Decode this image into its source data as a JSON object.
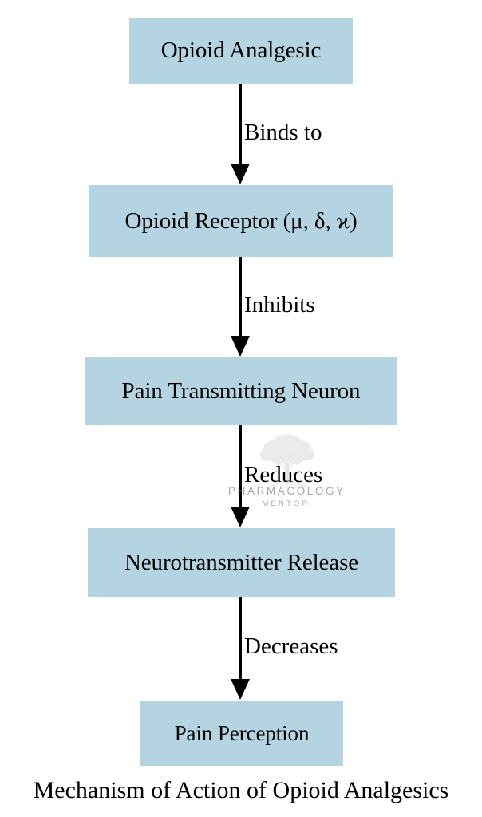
{
  "diagram": {
    "caption": "Mechanism of Action of Opioid Analgesics",
    "node_fill_color": "#b4d4e1",
    "text_color": "#000000",
    "background_color": "#ffffff",
    "nodes": [
      {
        "id": "node-1",
        "label": "Opioid Analgesic"
      },
      {
        "id": "node-2",
        "label": "Opioid Receptor (μ, δ, ϰ)"
      },
      {
        "id": "node-3",
        "label": "Pain Transmitting Neuron"
      },
      {
        "id": "node-4",
        "label": "Neurotransmitter Release"
      },
      {
        "id": "node-5",
        "label": "Pain Perception"
      }
    ],
    "connectors": [
      {
        "id": "conn-1",
        "label": "Binds to",
        "from": "node-1",
        "to": "node-2"
      },
      {
        "id": "conn-2",
        "label": "Inhibits",
        "from": "node-2",
        "to": "node-3"
      },
      {
        "id": "conn-3",
        "label": "Reduces",
        "from": "node-3",
        "to": "node-4"
      },
      {
        "id": "conn-4",
        "label": "Decreases",
        "from": "node-4",
        "to": "node-5"
      }
    ]
  },
  "watermark": {
    "brand": "PHARMACOLOGY",
    "subtitle": "MENTOR",
    "logo_icon": "tree-logo-icon",
    "color": "#9a9a97"
  }
}
